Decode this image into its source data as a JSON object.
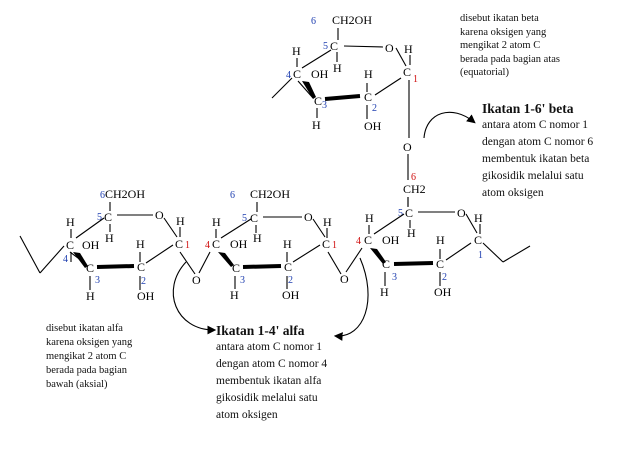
{
  "beta_note": [
    "disebut ikatan beta",
    "karena oksigen yang",
    "mengikat 2 atom C",
    "berada pada bagian atas",
    "(equatorial)"
  ],
  "beta_title": "Ikatan 1-6' beta",
  "beta_desc": [
    "antara atom C nomor 1",
    "dengan atom C nomor 6",
    "membentuk ikatan beta",
    "gikosidik melalui satu",
    "atom oksigen"
  ],
  "alfa_note": [
    "disebut ikatan alfa",
    "karena oksigen yang",
    "mengikat 2 atom C",
    "berada pada bagian",
    "bawah (aksial)"
  ],
  "alfa_title": "Ikatan 1-4' alfa",
  "alfa_desc": [
    "antara atom C nomor 1",
    "dengan atom C nomor 4",
    "membentuk ikatan alfa",
    "gikosidik melalui satu",
    "atom oksigen"
  ],
  "atoms": {
    "ch2oh": "CH2OH",
    "ch2": "CH2",
    "c": "C",
    "o": "O",
    "h": "H",
    "oh": "OH"
  },
  "numbers": {
    "n1": "1",
    "n2": "2",
    "n3": "3",
    "n4": "4",
    "n5": "5",
    "n6": "6"
  },
  "colors": {
    "number_blue": "#1f3fb0",
    "number_red": "#d01010",
    "ink": "#000000"
  }
}
